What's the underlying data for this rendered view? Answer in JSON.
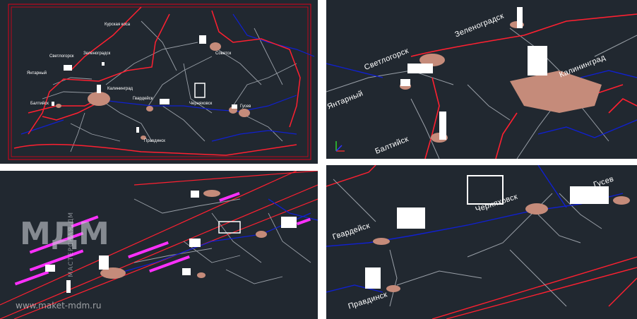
{
  "colors": {
    "background": "#212830",
    "frame": "#e0001a",
    "road_main": "#ff2030",
    "road_secondary": "#9aa0a8",
    "river": "#1020d0",
    "city": "#c58b7a",
    "highlight": "#ff30ff",
    "model": "#ffffff"
  },
  "panel_overview": {
    "cities": {
      "kursk_spit": "Курская коса",
      "svetlogorsk": "Светлогорск",
      "zelenogradsk": "Зеленоградск",
      "yantarny": "Янтарный",
      "kaliningrad": "Калининград",
      "baltiysk": "Балтийск",
      "gvardeysk": "Гвардейск",
      "chernyakhovsk": "Черняховск",
      "gusev": "Гусев",
      "sovetsk": "Советск",
      "pravdinsk": "Правдинск"
    }
  },
  "panel_west": {
    "cities": {
      "zelenogradsk": "Зеленоградск",
      "svetlogorsk": "Светлогорск",
      "kaliningrad": "Калининград",
      "yantarny": "Янтарный",
      "baltiysk": "Балтийск"
    }
  },
  "panel_east": {
    "cities": {
      "gvardeysk": "Гвардейск",
      "chernyakhovsk": "Черняховск",
      "gusev": "Гусев",
      "pravdinsk": "Правдинск"
    }
  },
  "watermark": {
    "letters": "МДМ",
    "vertical": "МАСТЕРСКАЯ ДМ",
    "url": "www.maket-mdm.ru"
  },
  "icons": {
    "ucs": "axis-icon",
    "landmark": "building-icon"
  }
}
